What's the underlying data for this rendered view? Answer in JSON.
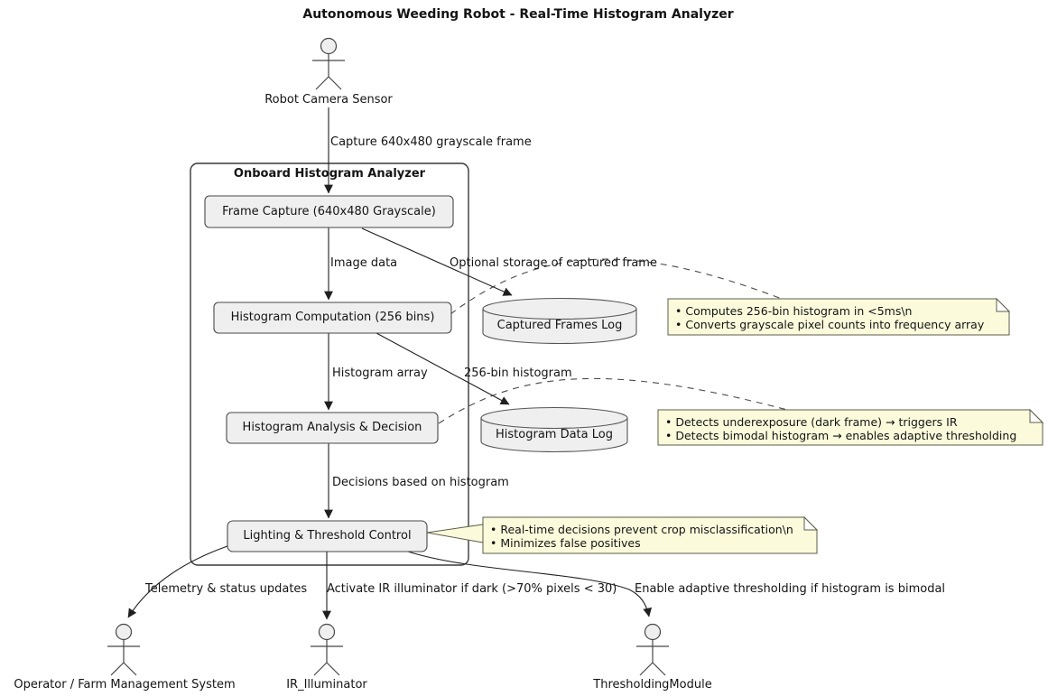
{
  "title": "Autonomous Weeding Robot - Real-Time Histogram Analyzer",
  "package": {
    "title": "Onboard Histogram Analyzer"
  },
  "actors": {
    "camera": {
      "label": "Robot Camera Sensor"
    },
    "operator": {
      "label": "Operator / Farm Management System"
    },
    "ir_illuminator": {
      "label": "IR_Illuminator"
    },
    "thresholding": {
      "label": "ThresholdingModule"
    }
  },
  "nodes": {
    "frame_capture": {
      "label": "Frame Capture (640x480 Grayscale)"
    },
    "histogram_computation": {
      "label": "Histogram Computation (256 bins)"
    },
    "histogram_analysis": {
      "label": "Histogram Analysis & Decision"
    },
    "lighting_control": {
      "label": "Lighting & Threshold Control"
    }
  },
  "datastores": {
    "captured_frames": {
      "label": "Captured Frames Log"
    },
    "histogram_data": {
      "label": "Histogram Data Log"
    }
  },
  "edges": {
    "capture_frame": {
      "label": "Capture 640x480 grayscale frame"
    },
    "image_data": {
      "label": "Image data"
    },
    "optional_storage": {
      "label": "Optional storage of captured frame"
    },
    "histogram_array": {
      "label": "Histogram array"
    },
    "bin256_histogram": {
      "label": "256-bin histogram"
    },
    "decisions": {
      "label": "Decisions based on histogram"
    },
    "telemetry": {
      "label": "Telemetry & status updates"
    },
    "activate_ir": {
      "label": "Activate IR illuminator if dark (>70% pixels < 30)"
    },
    "enable_thresholding": {
      "label": "Enable adaptive thresholding if histogram is bimodal"
    }
  },
  "notes": {
    "computation": {
      "lines": [
        "• Computes 256-bin histogram in <5ms\\n",
        "• Converts grayscale pixel counts into frequency array"
      ]
    },
    "analysis": {
      "lines": [
        "• Detects underexposure (dark frame) → triggers IR",
        "• Detects bimodal histogram → enables adaptive thresholding"
      ]
    },
    "control": {
      "lines": [
        "• Real-time decisions prevent crop misclassification\\n",
        "• Minimizes false positives"
      ]
    }
  },
  "colors": {
    "background": "#FFFFFF",
    "node_fill": "#EFEFEF",
    "node_border": "#474747",
    "note_fill": "#FBFBDC",
    "note_border": "#5E5E4A",
    "actor_fill": "#EFEFEF",
    "line": "#1F1F1F",
    "text": "#141414"
  }
}
